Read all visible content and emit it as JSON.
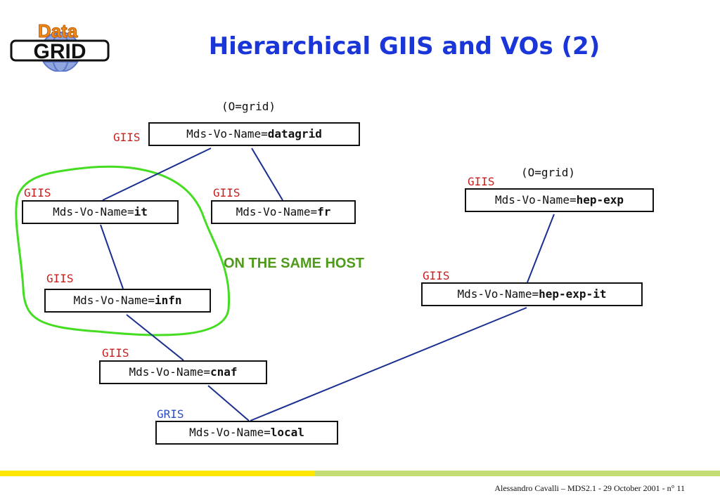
{
  "slide": {
    "title": "Hierarchical GIIS and VOs (2)",
    "logo": {
      "word_top": "Data",
      "word_bottom": "GRID"
    },
    "footer": "Alessandro Cavalli – MDS2.1 - 29 October 2001 - n° 11"
  },
  "diagram": {
    "annotation": "ON THE SAME HOST",
    "org_labels": [
      "(O=grid)",
      "(O=grid)"
    ],
    "nodes": [
      {
        "id": "datagrid",
        "prefix": "Mds-Vo-Name=",
        "name": "datagrid",
        "role": "GIIS"
      },
      {
        "id": "it",
        "prefix": "Mds-Vo-Name=",
        "name": "it",
        "role": "GIIS"
      },
      {
        "id": "fr",
        "prefix": "Mds-Vo-Name=",
        "name": "fr",
        "role": "GIIS"
      },
      {
        "id": "infn",
        "prefix": "Mds-Vo-Name=",
        "name": "infn",
        "role": "GIIS"
      },
      {
        "id": "cnaf",
        "prefix": "Mds-Vo-Name=",
        "name": "cnaf",
        "role": "GIIS"
      },
      {
        "id": "local",
        "prefix": "Mds-Vo-Name=",
        "name": "local",
        "role": "GRIS"
      },
      {
        "id": "hep-exp",
        "prefix": "Mds-Vo-Name=",
        "name": "hep-exp",
        "role": "GIIS"
      },
      {
        "id": "hep-exp-it",
        "prefix": "Mds-Vo-Name=",
        "name": "hep-exp-it",
        "role": "GIIS"
      }
    ],
    "edges": [
      [
        "datagrid",
        "it"
      ],
      [
        "datagrid",
        "fr"
      ],
      [
        "it",
        "infn"
      ],
      [
        "infn",
        "cnaf"
      ],
      [
        "cnaf",
        "local"
      ],
      [
        "hep-exp",
        "hep-exp-it"
      ],
      [
        "hep-exp-it",
        "local"
      ]
    ],
    "colors": {
      "title": "#1a35d8",
      "giis": "#c81e1e",
      "gris": "#2b4fc4",
      "edge": "#1a2f8f",
      "same_host": "#44dd22",
      "annotation": "#4f9a1b"
    }
  }
}
